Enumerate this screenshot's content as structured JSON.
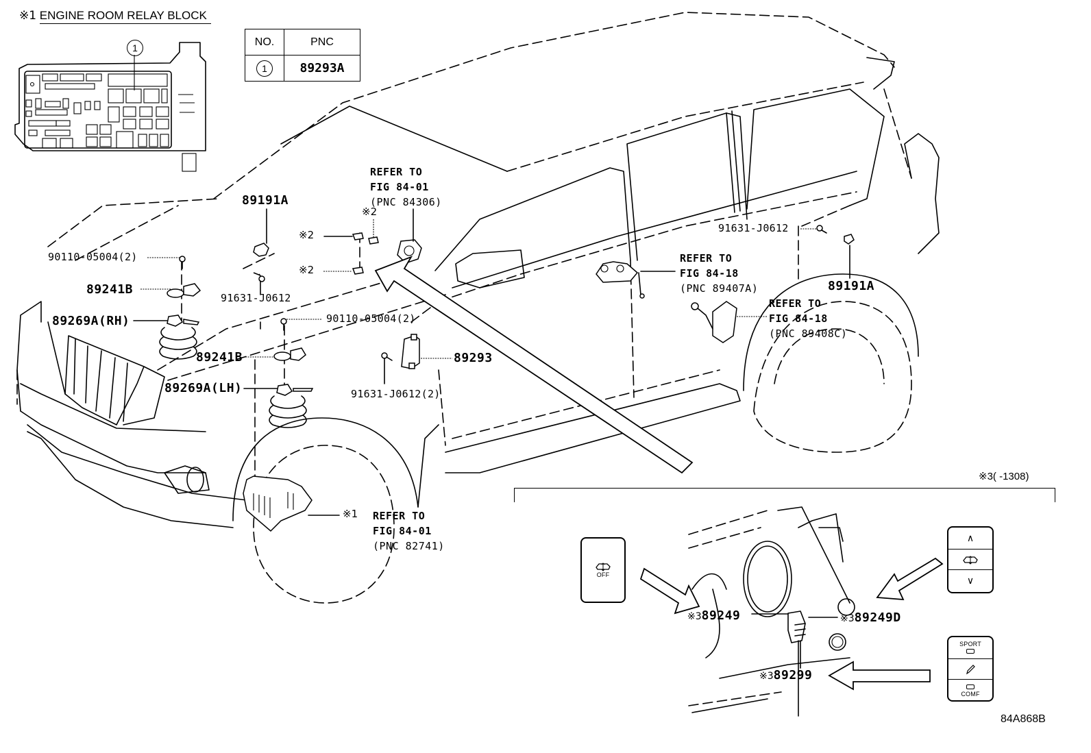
{
  "diagram": {
    "code": "84A868B",
    "relay_block": {
      "marker": "※1",
      "title": "ENGINE ROOM RELAY BLOCK",
      "callout": "1"
    },
    "pnc_table": {
      "headers": [
        "NO.",
        "PNC"
      ],
      "rows": [
        {
          "no": "1",
          "pnc": "89293A"
        }
      ]
    },
    "labels": {
      "p89191a_front": "89191A",
      "p90110_upper": "90110-05004(2)",
      "p89241b_upper": "89241B",
      "p89269a_rh": "89269A(RH)",
      "p91631_front": "91631-J0612",
      "p90110_lower": "90110-05004(2)",
      "p89241b_lower": "89241B",
      "p89269a_lh": "89269A(LH)",
      "p89293": "89293",
      "p91631_ecu": "91631-J0612(2)",
      "p91631_rear": "91631-J0612",
      "p89191a_rear": "89191A",
      "mark2_a": "※2",
      "mark2_b": "※2",
      "mark2_c": "※2"
    },
    "references": {
      "spiral_cable": {
        "line1": "REFER TO",
        "line2": "FIG 84-01",
        "line3": "(PNC 84306)"
      },
      "height_sensor_front": {
        "line1": "REFER TO",
        "line2": "FIG 84-18",
        "line3": "(PNC 89407A)"
      },
      "height_sensor_rear": {
        "line1": "REFER TO",
        "line2": "FIG 84-18",
        "line3": "(PNC 89408C)"
      },
      "relay_block": {
        "marker": "※1",
        "line1": "REFER TO",
        "line2": "FIG 84-01",
        "line3": "(PNC 82741)"
      }
    },
    "inset": {
      "note": "※3(    -1308)",
      "labels": {
        "p89249": {
          "marker": "※3",
          "pnc": "89249"
        },
        "p89249d": {
          "marker": "※3",
          "pnc": "89249D"
        },
        "p89299": {
          "marker": "※3",
          "pnc": "89299"
        }
      },
      "switch_off": {
        "icon": "vehicle-height-icon",
        "text": "OFF"
      },
      "switch_height": {
        "up": "∧",
        "icon": "vehicle-height-icon",
        "down": "∨"
      },
      "switch_mode": {
        "top": "SPORT",
        "icon": "pencil-icon",
        "bottom": "COMF"
      }
    }
  }
}
